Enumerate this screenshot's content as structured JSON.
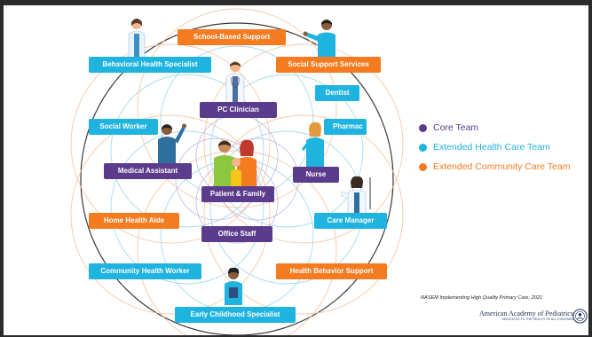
{
  "labels": {
    "school_based_support": "School-Based Support",
    "behavioral_health_specialist": "Behavioral Health Specialist",
    "social_support_services": "Social Support Services",
    "pc_clinician": "PC Clinician",
    "dentist": "Dentist",
    "social_worker": "Social Worker",
    "pharmacist": "Pharmac",
    "medical_assistant": "Medical Assistant",
    "nurse": "Nurse",
    "patient_family": "Patient & Family",
    "home_health_aide": "Home Health Aide",
    "care_manager": "Care Manager",
    "office_staff": "Office Staff",
    "community_health_worker": "Community Health Worker",
    "health_behavior_support": "Health Behavior Support",
    "early_childhood_specialist": "Early Childhood Specialist"
  },
  "legend": [
    {
      "label": "Core Team",
      "color": "#5a3b8c"
    },
    {
      "label": "Extended Health Care Team",
      "color": "#1fb3e0"
    },
    {
      "label": "Extended Community Care Team",
      "color": "#f47b20"
    }
  ],
  "colors": {
    "core": "#5a3b8c",
    "extended_health": "#1fb3e0",
    "extended_community": "#f47b20"
  },
  "citation": "NASEM Implementing High Quality Primary Care, 2021",
  "organization": {
    "name": "American Academy of Pediatrics",
    "tagline": "DEDICATED TO THE HEALTH OF ALL CHILDREN"
  }
}
